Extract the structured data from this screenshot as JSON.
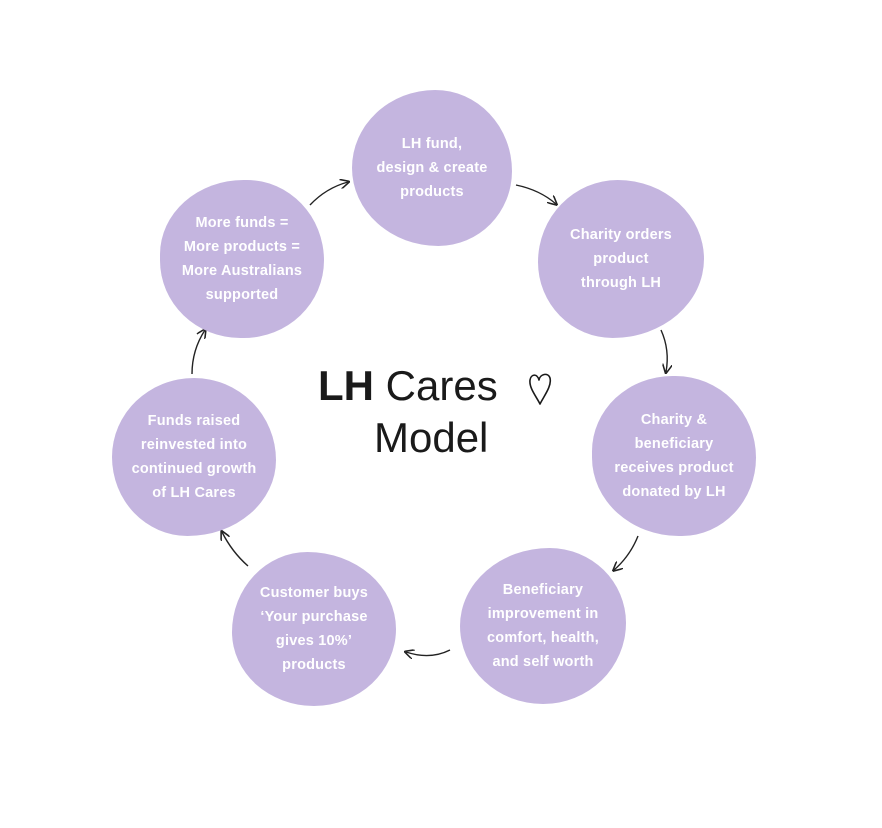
{
  "title": {
    "bold": "LH",
    "rest": "Cares",
    "line2": "Model",
    "heart_icon": "heart-outline-icon"
  },
  "colors": {
    "blob": "#c4b5df",
    "text": "#ffffff",
    "arrow": "#222222",
    "title": "#1a1a1a"
  },
  "steps": [
    {
      "pre": "",
      "bold": "LH",
      "post": " fund,\ndesign & create\nproducts"
    },
    {
      "pre": "Charity orders\nproduct\nthrough ",
      "bold": "LH",
      "post": ""
    },
    {
      "pre": "Charity &\nbeneficiary\nreceives product\ndonated by LH",
      "bold": "",
      "post": ""
    },
    {
      "pre": "Beneficiary\nimprovement in\ncomfort, health,\nand self worth",
      "bold": "",
      "post": ""
    },
    {
      "pre": "Customer buys\n‘Your purchase\ngives 10%’\nproducts",
      "bold": "",
      "post": ""
    },
    {
      "pre": "Funds raised\nreinvested into\ncontinued growth\nof LH Cares",
      "bold": "",
      "post": ""
    },
    {
      "pre": "More funds =\nMore products =\nMore Australians\nsupported",
      "bold": "",
      "post": ""
    }
  ]
}
